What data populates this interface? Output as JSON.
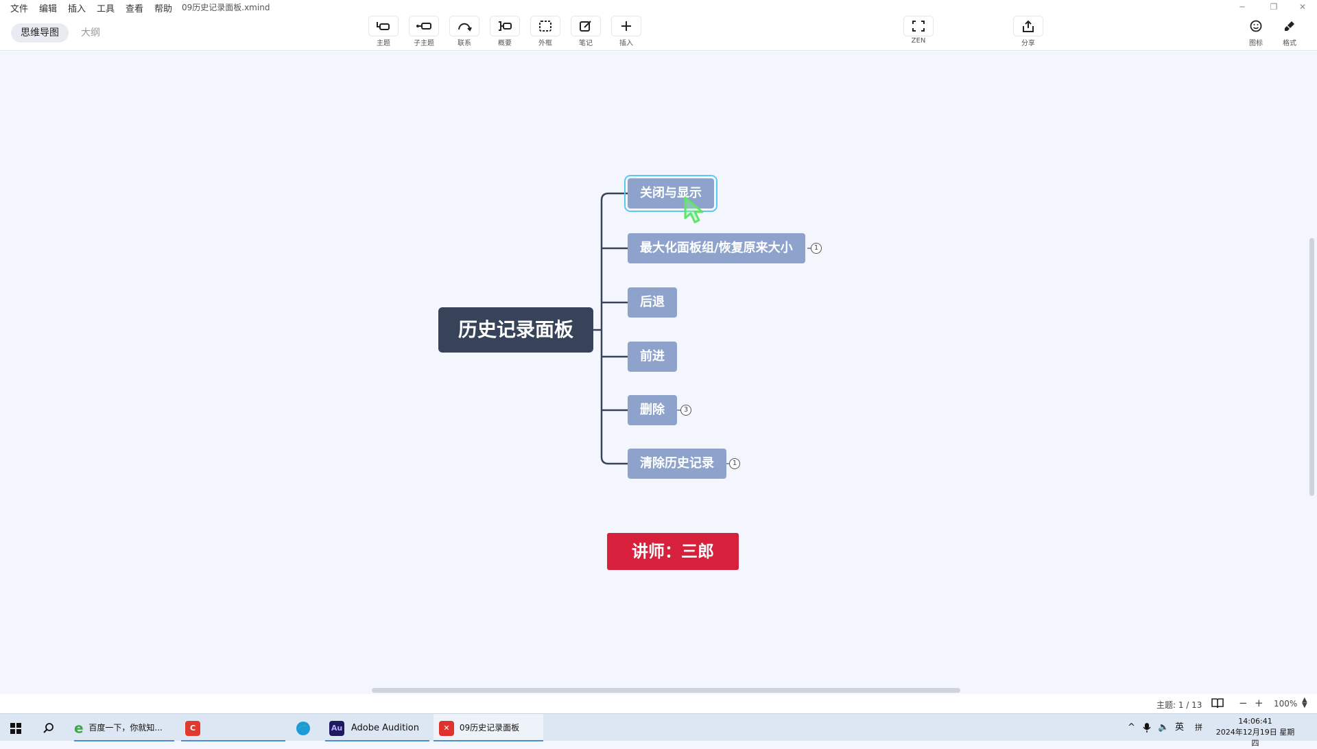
{
  "menubar": {
    "items": [
      "文件",
      "编辑",
      "插入",
      "工具",
      "查看",
      "帮助"
    ],
    "file_title": "09历史记录面板.xmind",
    "window_controls": [
      "minimize-icon",
      "restore-icon",
      "close-icon"
    ]
  },
  "toolbar": {
    "view_tabs": [
      "思维导图",
      "大纲"
    ],
    "tools": [
      {
        "label": "主题",
        "icon": "topic-icon"
      },
      {
        "label": "子主题",
        "icon": "subtopic-icon"
      },
      {
        "label": "联系",
        "icon": "relationship-icon"
      },
      {
        "label": "概要",
        "icon": "summary-icon"
      },
      {
        "label": "外框",
        "icon": "boundary-icon"
      },
      {
        "label": "笔记",
        "icon": "note-icon"
      },
      {
        "label": "插入",
        "icon": "plus-icon"
      }
    ],
    "zen_label": "ZEN",
    "share_label": "分享",
    "icon_panel_label": "图标",
    "format_label": "格式"
  },
  "mindmap": {
    "root": "历史记录面板",
    "children": [
      {
        "label": "关闭与显示",
        "selected": true,
        "badge": ""
      },
      {
        "label": "最大化面板组/恢复原来大小",
        "selected": false,
        "badge": "1"
      },
      {
        "label": "后退",
        "selected": false,
        "badge": ""
      },
      {
        "label": "前进",
        "selected": false,
        "badge": ""
      },
      {
        "label": "删除",
        "selected": false,
        "badge": "3"
      },
      {
        "label": "清除历史记录",
        "selected": false,
        "badge": "1"
      }
    ],
    "floating_topic": "讲师：三郎",
    "colors": {
      "root": "#364358",
      "subtopic": "#8ea3cc",
      "floating": "#d7213c",
      "selection": "#58c9f0"
    }
  },
  "statusbar": {
    "topic_count": "主题: 1 / 13",
    "zoom": "100%"
  },
  "taskbar": {
    "apps": [
      {
        "label": "百度一下，你就知...",
        "icon": "ie-icon"
      },
      {
        "label": "",
        "icon": "camtasia-icon"
      },
      {
        "label": "",
        "icon": "edge-icon"
      },
      {
        "label": "Adobe Audition",
        "icon": "audition-icon",
        "icon_text": "Au"
      },
      {
        "label": "09历史记录面板",
        "icon": "xmind-icon"
      }
    ],
    "tray": {
      "lang": "英",
      "ime": "拼"
    },
    "clock_time": "14:06:41",
    "clock_date": "2024年12月19日 星期四"
  }
}
